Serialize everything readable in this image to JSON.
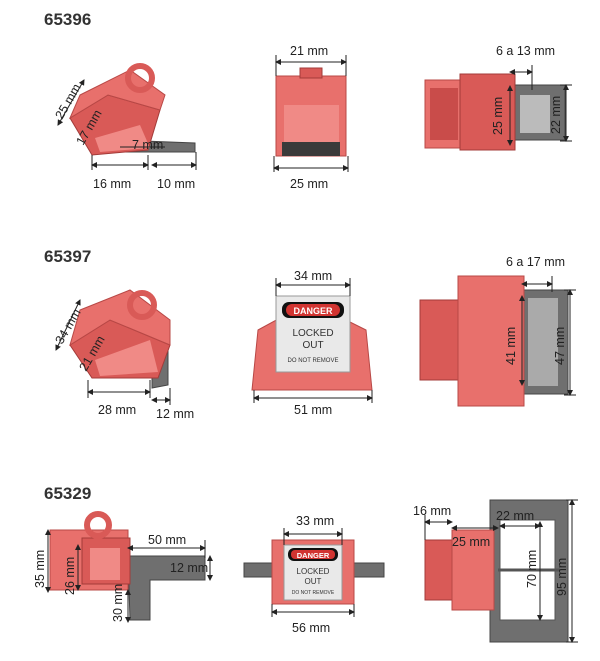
{
  "products": [
    {
      "code": "65396",
      "dims": {
        "h1": "25 mm",
        "h2": "17 mm",
        "d1": "7 mm",
        "w1": "16 mm",
        "w2": "10 mm",
        "top_w": "21 mm",
        "bottom_w": "25 mm",
        "range": "6 a 13 mm",
        "side_h1": "25 mm",
        "side_h2": "22 mm"
      }
    },
    {
      "code": "65397",
      "dims": {
        "h1": "34 mm",
        "h2": "21 mm",
        "w1": "28 mm",
        "w2": "12 mm",
        "top_w": "34 mm",
        "bottom_w": "51 mm",
        "range": "6 a 17 mm",
        "side_h1": "41 mm",
        "side_h2": "47 mm"
      },
      "tag": {
        "danger": "DANGER",
        "line1": "LOCKED",
        "line2": "OUT",
        "footer": "DO NOT REMOVE"
      }
    },
    {
      "code": "65329",
      "dims": {
        "h1": "35 mm",
        "h2": "26 mm",
        "h3": "30 mm",
        "w1": "50 mm",
        "w2": "12 mm",
        "top_w": "33 mm",
        "bottom_w": "56 mm",
        "left_w": "16 mm",
        "mid_w": "25 mm",
        "inner_w": "22 mm",
        "side_h1": "70 mm",
        "side_h2": "95 mm"
      },
      "tag": {
        "danger": "DANGER",
        "line1": "LOCKED",
        "line2": "OUT",
        "footer": "DO NOT REMOVE"
      }
    }
  ]
}
